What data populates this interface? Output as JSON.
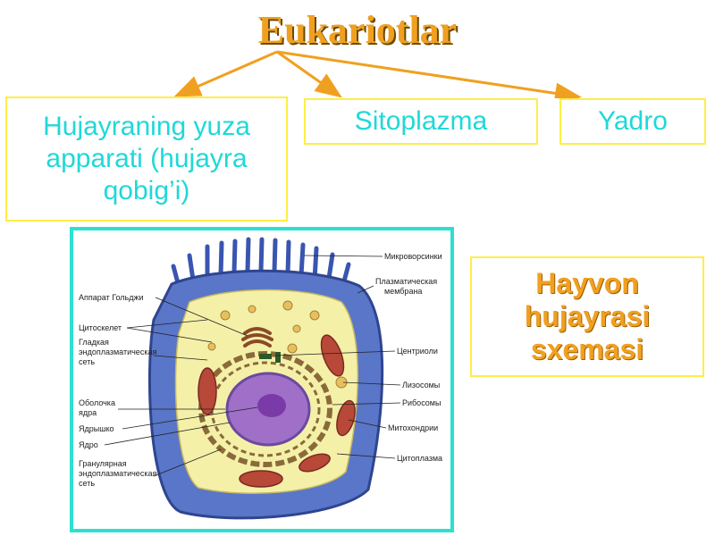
{
  "title": "Eukariotlar",
  "boxes": [
    {
      "text": "Hujayraning yuza apparati (hujayra qobig’i)"
    },
    {
      "text": "Sitoplazma"
    },
    {
      "text": "Yadro"
    }
  ],
  "caption": "Hayvon\nhujayrasi\nsxemasi",
  "colors": {
    "title": "#f0a020",
    "box_text": "#20d8d8",
    "box_border": "#ffee44",
    "arrow": "#f0a020",
    "frame": "#2de0d0"
  },
  "cell_labels_left": [
    {
      "text": "Аппарат Гольджи"
    },
    {
      "text": "Цитоскелет"
    },
    {
      "text": "Гладкая"
    },
    {
      "text": "эндоплазматическая"
    },
    {
      "text": "сеть"
    },
    {
      "text": "Оболочка"
    },
    {
      "text": "ядра"
    },
    {
      "text": "Ядрышко"
    },
    {
      "text": "Ядро"
    },
    {
      "text": "Гранулярная"
    },
    {
      "text": "эндоплазматическая"
    },
    {
      "text": "сеть"
    }
  ],
  "cell_labels_right": [
    {
      "text": "Микроворсинки"
    },
    {
      "text": "Плазматическая"
    },
    {
      "text": "мембрана"
    },
    {
      "text": "Центриоли"
    },
    {
      "text": "Лизосомы"
    },
    {
      "text": "Рибосомы"
    },
    {
      "text": "Митохондрии"
    },
    {
      "text": "Цитоплазма"
    }
  ]
}
